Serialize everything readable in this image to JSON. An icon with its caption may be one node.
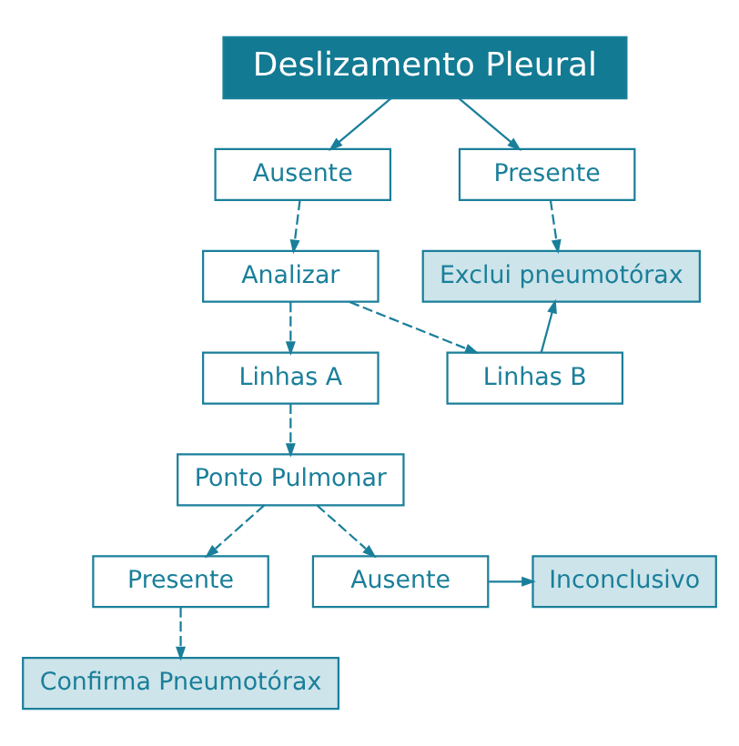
{
  "diagram": {
    "nodes": [
      {
        "text": [
          "Deslizamento Pleural"
        ]
      },
      {
        "text": [
          "Ausente"
        ]
      },
      {
        "text": [
          "Presente"
        ]
      },
      {
        "text": [
          "Analizar"
        ]
      },
      {
        "text": [
          "Exclui pneumotórax"
        ]
      },
      {
        "text": [
          "Linhas A"
        ]
      },
      {
        "text": [
          "Linhas B"
        ]
      },
      {
        "text": [
          "Ponto Pulmonar"
        ]
      },
      {
        "text": [
          "Presente"
        ]
      },
      {
        "text": [
          "Ausente"
        ]
      },
      {
        "text": [
          "Inconclusivo"
        ]
      },
      {
        "text": [
          "Confirma Pneumotórax"
        ]
      }
    ],
    "edges": [
      {
        "from": 0,
        "to": 1,
        "arrow": "to"
      },
      {
        "from": 0,
        "to": 2,
        "arrow": "to"
      },
      {
        "from": 1,
        "to": 3,
        "arrow": "to",
        "style": "dashed"
      },
      {
        "from": 2,
        "to": 4,
        "arrow": "to",
        "style": "dashed"
      },
      {
        "from": 3,
        "to": 5,
        "arrow": "to",
        "style": "dashed"
      },
      {
        "from": 3,
        "to": 6,
        "arrow": "to",
        "style": "dashed"
      },
      {
        "from": 6,
        "to": 4,
        "arrow": "to"
      },
      {
        "from": 5,
        "to": 7,
        "arrow": "to",
        "style": "dashed"
      },
      {
        "from": 7,
        "to": 8,
        "arrow": "to",
        "style": "dashed"
      },
      {
        "from": 7,
        "to": 9,
        "arrow": "to",
        "style": "dashed"
      },
      {
        "from": 9,
        "to": 10,
        "arrow": "to"
      },
      {
        "from": 8,
        "to": 11,
        "arrow": "to",
        "style": "dashed"
      }
    ]
  }
}
